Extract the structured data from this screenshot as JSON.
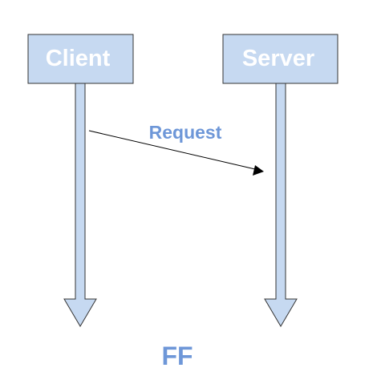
{
  "diagram": {
    "actors": [
      {
        "id": "client",
        "label": "Client"
      },
      {
        "id": "server",
        "label": "Server"
      }
    ],
    "messages": [
      {
        "from": "client",
        "to": "server",
        "label": "Request"
      }
    ],
    "caption": "FF"
  },
  "colors": {
    "actor_fill": "#c6d9f1",
    "actor_stroke": "#333333",
    "actor_text": "#ffffff",
    "lifeline_fill": "#c6d9f1",
    "lifeline_stroke": "#333333",
    "message_line": "#000000",
    "message_text": "#6e97d8",
    "caption_text": "#6e97d8"
  }
}
